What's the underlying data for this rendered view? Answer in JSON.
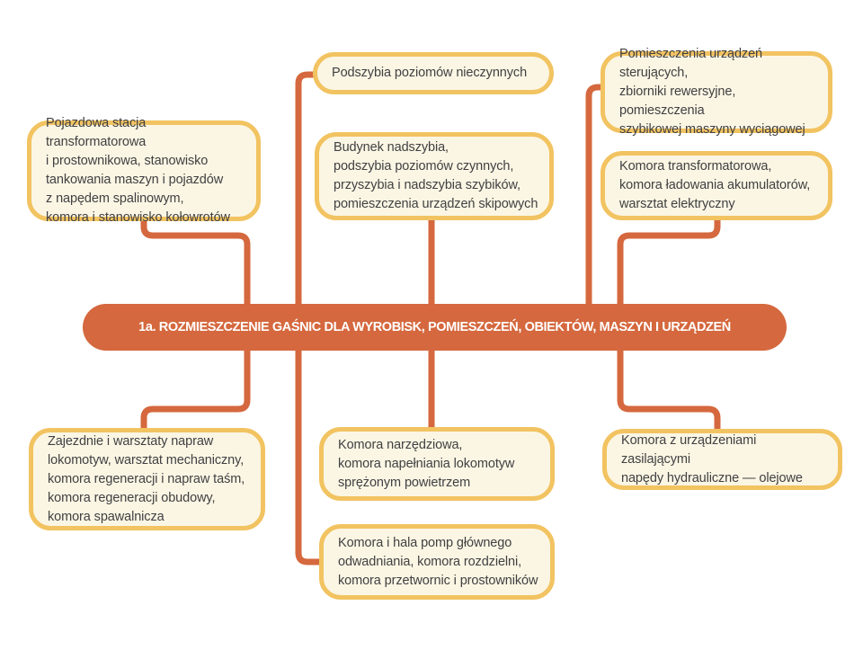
{
  "diagram": {
    "banner": {
      "label": "1a. ROZMIESZCZENIE GAŚNIC DLA WYROBISK, POMIESZCZEŃ, OBIEKTÓW, MASZYN I URZĄDZEŃ"
    },
    "nodes": {
      "top_left": {
        "text": "Pojazdowa stacja transformatorowa\ni prostownikowa, stanowisko\ntankowania maszyn i pojazdów\nz napędem spalinowym,\nkomora i stanowisko kołowrotów"
      },
      "top_mid_1": {
        "text": "Podszybia poziomów nieczynnych"
      },
      "top_mid_2": {
        "text": "Budynek nadszybia,\npodszybia poziomów czynnych,\nprzyszybia i nadszybia szybików,\npomieszczenia urządzeń skipowych"
      },
      "top_right_1": {
        "text": "Pomieszczenia urządzeń sterujących,\nzbiorniki rewersyjne, pomieszczenia\nszybikowej maszyny wyciągowej"
      },
      "top_right_2": {
        "text": "Komora transformatorowa,\nkomora ładowania akumulatorów,\nwarsztat elektryczny"
      },
      "bottom_left": {
        "text": "Zajezdnie i warsztaty napraw\nlokomotyw, warsztat mechaniczny,\nkomora regeneracji i napraw taśm,\nkomora regeneracji obudowy,\nkomora spawalnicza"
      },
      "bottom_mid_1": {
        "text": "Komora narzędziowa,\nkomora napełniania lokomotyw\nsprężonym powietrzem"
      },
      "bottom_mid_2": {
        "text": "Komora i hala pomp głównego\nodwadniania, komora rozdzielni,\nkomora przetwornic i prostowników"
      },
      "bottom_right": {
        "text": "Komora z urządzeniami zasilającymi\nnapędy hydrauliczne — olejowe"
      }
    },
    "colors": {
      "accent_orange": "#D5683E",
      "node_border_yellow": "#F2C361",
      "node_fill_cream": "#FBF6E4",
      "text_dark": "#414042",
      "banner_text": "#FFFFFF"
    }
  }
}
